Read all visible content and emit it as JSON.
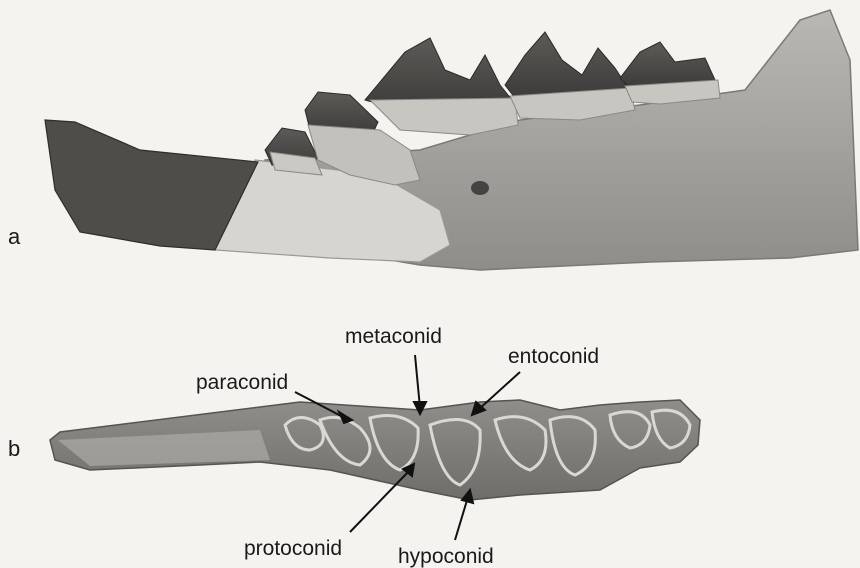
{
  "panels": [
    {
      "id": "a"
    },
    {
      "id": "b"
    }
  ],
  "labels": {
    "metaconid": "metaconid",
    "entoconid": "entoconid",
    "paraconid": "paraconid",
    "protoconid": "protoconid",
    "hypoconid": "hypoconid"
  }
}
